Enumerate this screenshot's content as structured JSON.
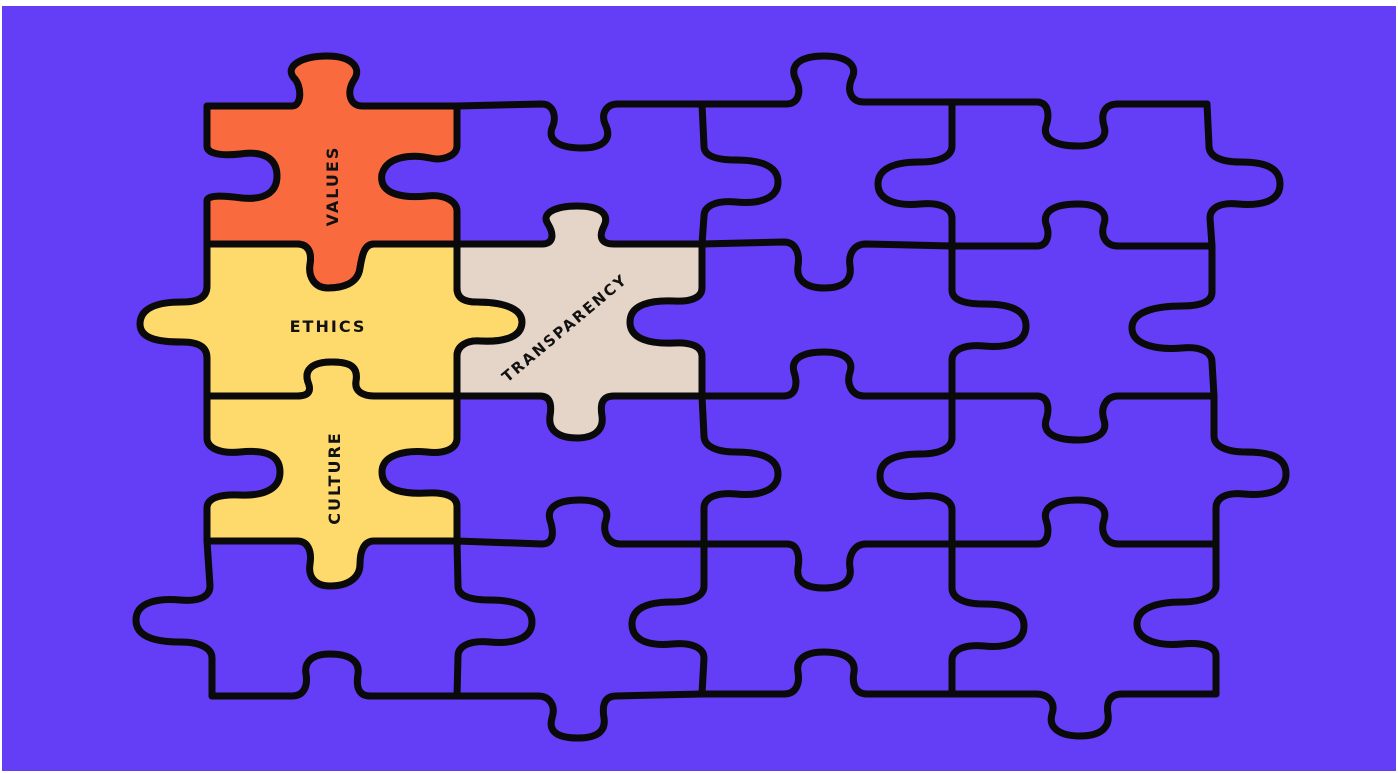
{
  "colors": {
    "background": "#643df7",
    "outline": "#0a0a0a",
    "values_piece": "#f96b3f",
    "ethics_piece": "#fed96b",
    "culture_piece": "#fed96b",
    "transparency_piece": "#e4d5c8"
  },
  "labels": {
    "values": "VALUES",
    "ethics": "ETHICS",
    "culture": "CULTURE",
    "transparency": "TRANSPARENCY"
  }
}
